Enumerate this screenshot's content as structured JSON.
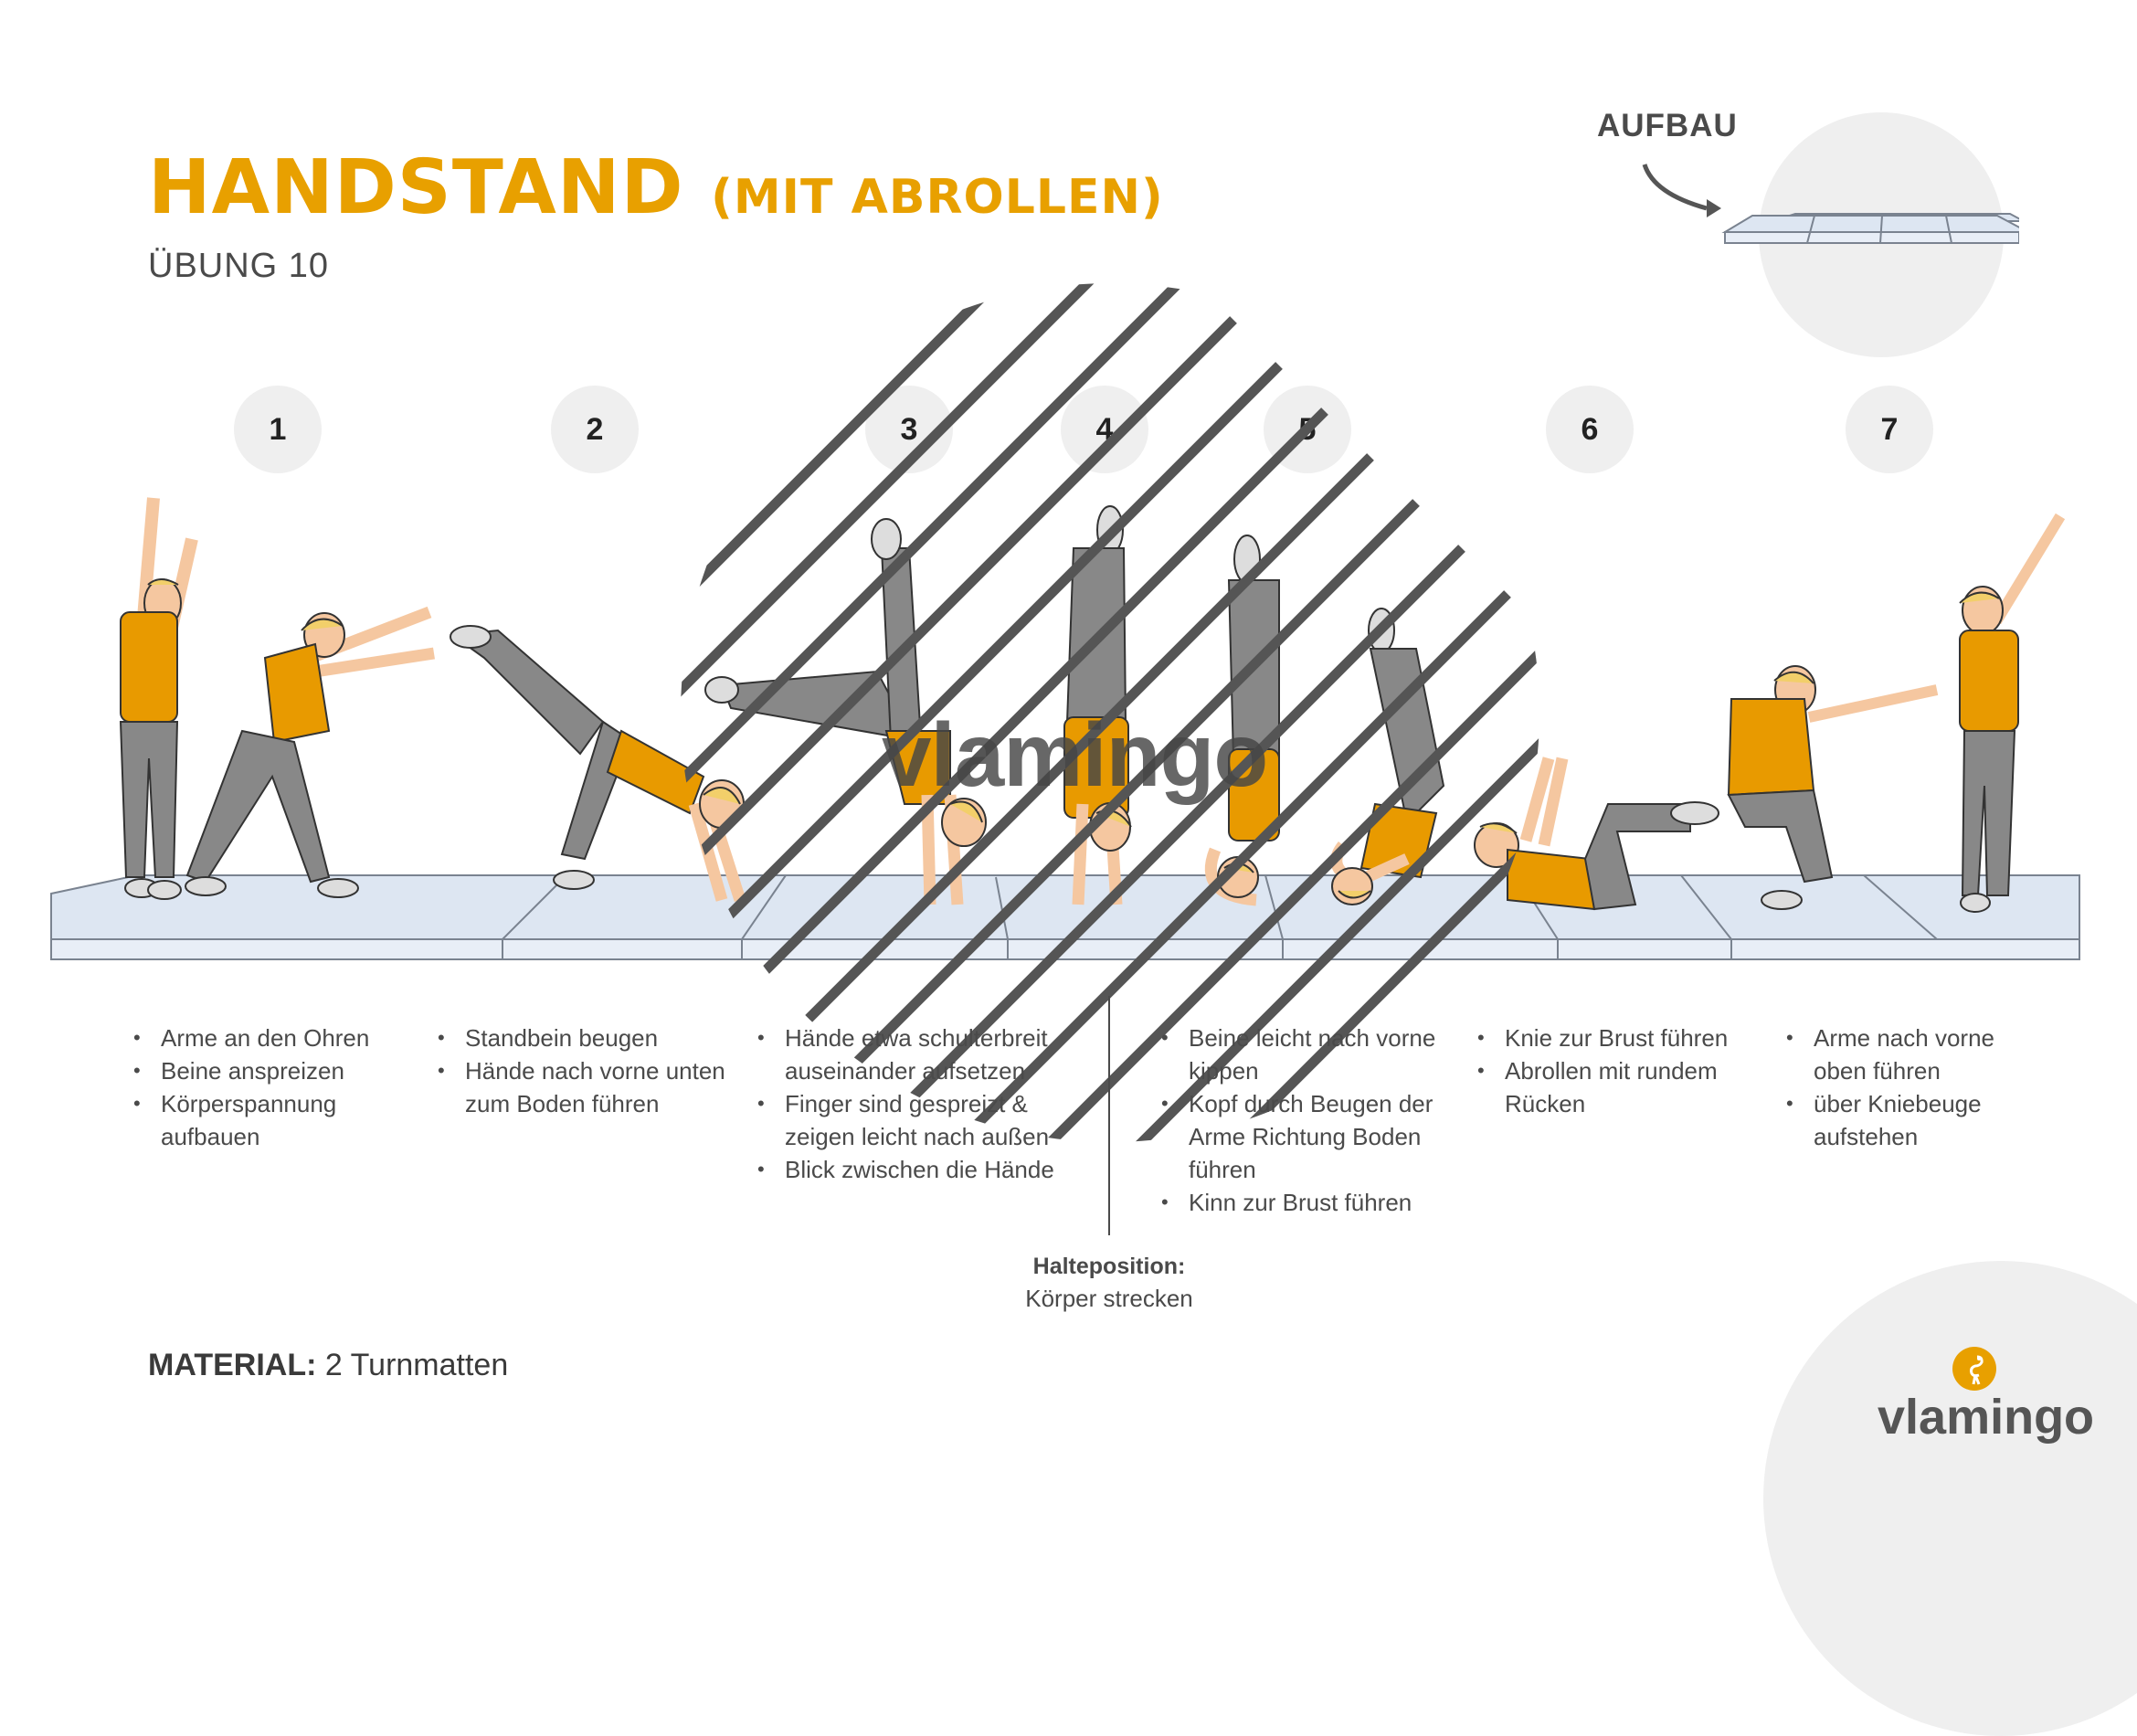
{
  "title": {
    "main": "HANDSTAND",
    "sub": "(MIT ABROLLEN)",
    "exercise": "ÜBUNG 10"
  },
  "setup": {
    "label": "AUFBAU"
  },
  "steps": [
    {
      "number": "1",
      "bullets": [
        "Arme an den Ohren",
        "Beine anspreizen",
        "Körperspannung aufbauen"
      ]
    },
    {
      "number": "2",
      "bullets": [
        "Standbein beugen",
        "Hände nach vorne unten zum Boden führen"
      ]
    },
    {
      "number": "3",
      "bullets": [
        "Hände etwa schulterbreit auseinander aufsetzen",
        "Finger sind gespreizt & zeigen leicht nach außen",
        "Blick zwischen die Hände"
      ]
    },
    {
      "number": "4",
      "bullets": []
    },
    {
      "number": "5",
      "bullets": [
        "Beine leicht nach vorne kippen",
        "Kopf durch Beugen der Arme Richtung Boden führen",
        "Kinn zur Brust führen"
      ]
    },
    {
      "number": "6",
      "bullets": [
        "Knie zur Brust führen",
        "Abrollen mit rundem Rücken"
      ]
    },
    {
      "number": "7",
      "bullets": [
        "Arme nach vorne oben führen",
        "über Kniebeuge aufstehen"
      ]
    }
  ],
  "hold": {
    "title": "Halteposition:",
    "text": "Körper strecken"
  },
  "material": {
    "label": "MATERIAL:",
    "value": "2 Turnmatten"
  },
  "brand": {
    "name": "vlamingo",
    "watermark": "vlamingo"
  },
  "colors": {
    "accent": "#e8a000",
    "shirt": "#e89a00",
    "pants": "#888888",
    "mat": "#dde6f2",
    "circle": "#efefef",
    "text": "#4a4a4a"
  }
}
